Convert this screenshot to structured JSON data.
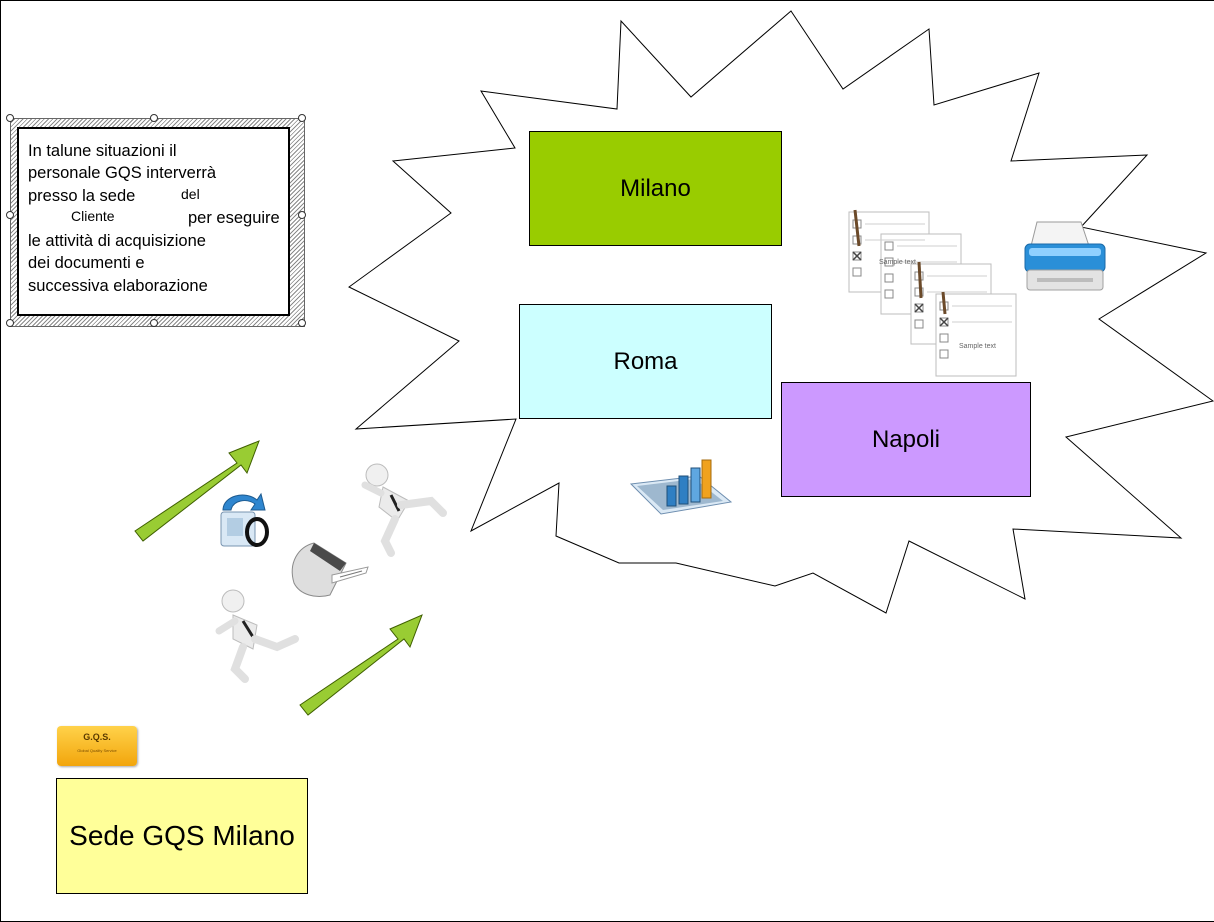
{
  "note": {
    "lines": [
      "In talune situazioni il",
      "personale GQS interverrà",
      "presso la sede",
      "per eseguire",
      "le attività di acquisizione",
      "dei documenti e",
      "successiva elaborazione"
    ],
    "overlay_del": "del",
    "overlay_cliente": "Cliente"
  },
  "cities": {
    "milano": "Milano",
    "roma": "Roma",
    "napoli": "Napoli"
  },
  "hq": {
    "label": "Sede GQS Milano"
  },
  "logo": {
    "main": "G.Q.S.",
    "sub": "Global Quality Service"
  },
  "forms": {
    "sample_text": "Sample text"
  },
  "colors": {
    "milano_fill": "#99cc00",
    "roma_fill": "#ccffff",
    "napoli_fill": "#cc99ff",
    "hq_fill": "#ffff99",
    "arrow_fill": "#99cc33"
  },
  "icons": [
    "people-running-icon",
    "scanner-icon",
    "printer-icon",
    "checklist-document-icon",
    "bar-chart-icon",
    "data-transfer-icon",
    "arrow-icon"
  ]
}
